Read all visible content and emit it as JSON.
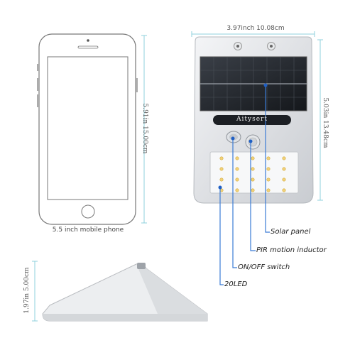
{
  "phone": {
    "caption": "5.5 inch mobile phone",
    "height_label": "5.91in   15.00cm"
  },
  "light": {
    "brand": "Aitysert",
    "width_label": "3.97inch  10.08cm",
    "height_label": "5.03in   13.48cm"
  },
  "side_view": {
    "height_label": "1.97in   5.00cm"
  },
  "callouts": [
    {
      "label": "Solar panel"
    },
    {
      "label": "PIR motion inductor"
    },
    {
      "label": "ON/OFF switch"
    },
    {
      "label": "20LED"
    }
  ],
  "colors": {
    "dimension_line": "#8fd0dc",
    "callout_line": "#3a7bd5",
    "callout_dot": "#1f5fc4"
  }
}
